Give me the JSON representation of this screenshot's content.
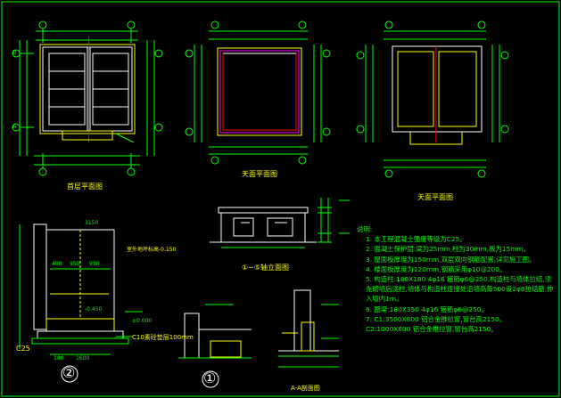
{
  "colors": {
    "background": "#000000",
    "dimension": "#00ff00",
    "wall": "#ffffff",
    "hatch": "#ffff00",
    "axis": "#ff0000",
    "outline": "#ff00ff"
  },
  "titles": {
    "ground_floor_plan": "首层平面图",
    "roof_plan": "天面平面图",
    "foundation_plan": "天面平面图",
    "elevation": "①~⑤轴立面图",
    "section_a": "A-A剖面图"
  },
  "labels": {
    "c25": "C25",
    "cushion": "C10素砼垫层100mm",
    "dim_3150": "3150",
    "dim_400": "400",
    "dim_950_a": "950",
    "dim_950_b": "950",
    "dim_180": "180",
    "dim_1600": "1600",
    "elev_pos": "±0.000",
    "elev_neg": "-0.450",
    "detail_1": "①",
    "detail_2": "②",
    "note_ground": "室外地坪标高-0.150",
    "grid_a": "A",
    "grid_b": "B"
  },
  "notes": {
    "heading": "说明:",
    "items": [
      "1. 本工程混凝土强度等级为C25。",
      "2. 混凝土保护层:梁为25mm,柱为30mm,板为15mm。",
      "3. 屋面板厚度为150mm,双层双向钢筋配置,详见施工图。",
      "4. 楼面板厚度为120mm,钢筋采用φ10@200。",
      "5. 构造柱:180X180 4φ16 箍筋φ6@250,构造柱与墙体拉结,须先砌墙后浇柱,墙体与构造柱连接处沿墙高每500设2φ6拉结筋,伸入墙内1m。",
      "6. 圈梁:180X350 4φ16 箍筋φ6@250。",
      "7. C1:3500X800 铝合金推拉窗,窗台高2150。",
      "   C2:1000X800 铝合金推拉窗,窗台高2150。"
    ]
  }
}
